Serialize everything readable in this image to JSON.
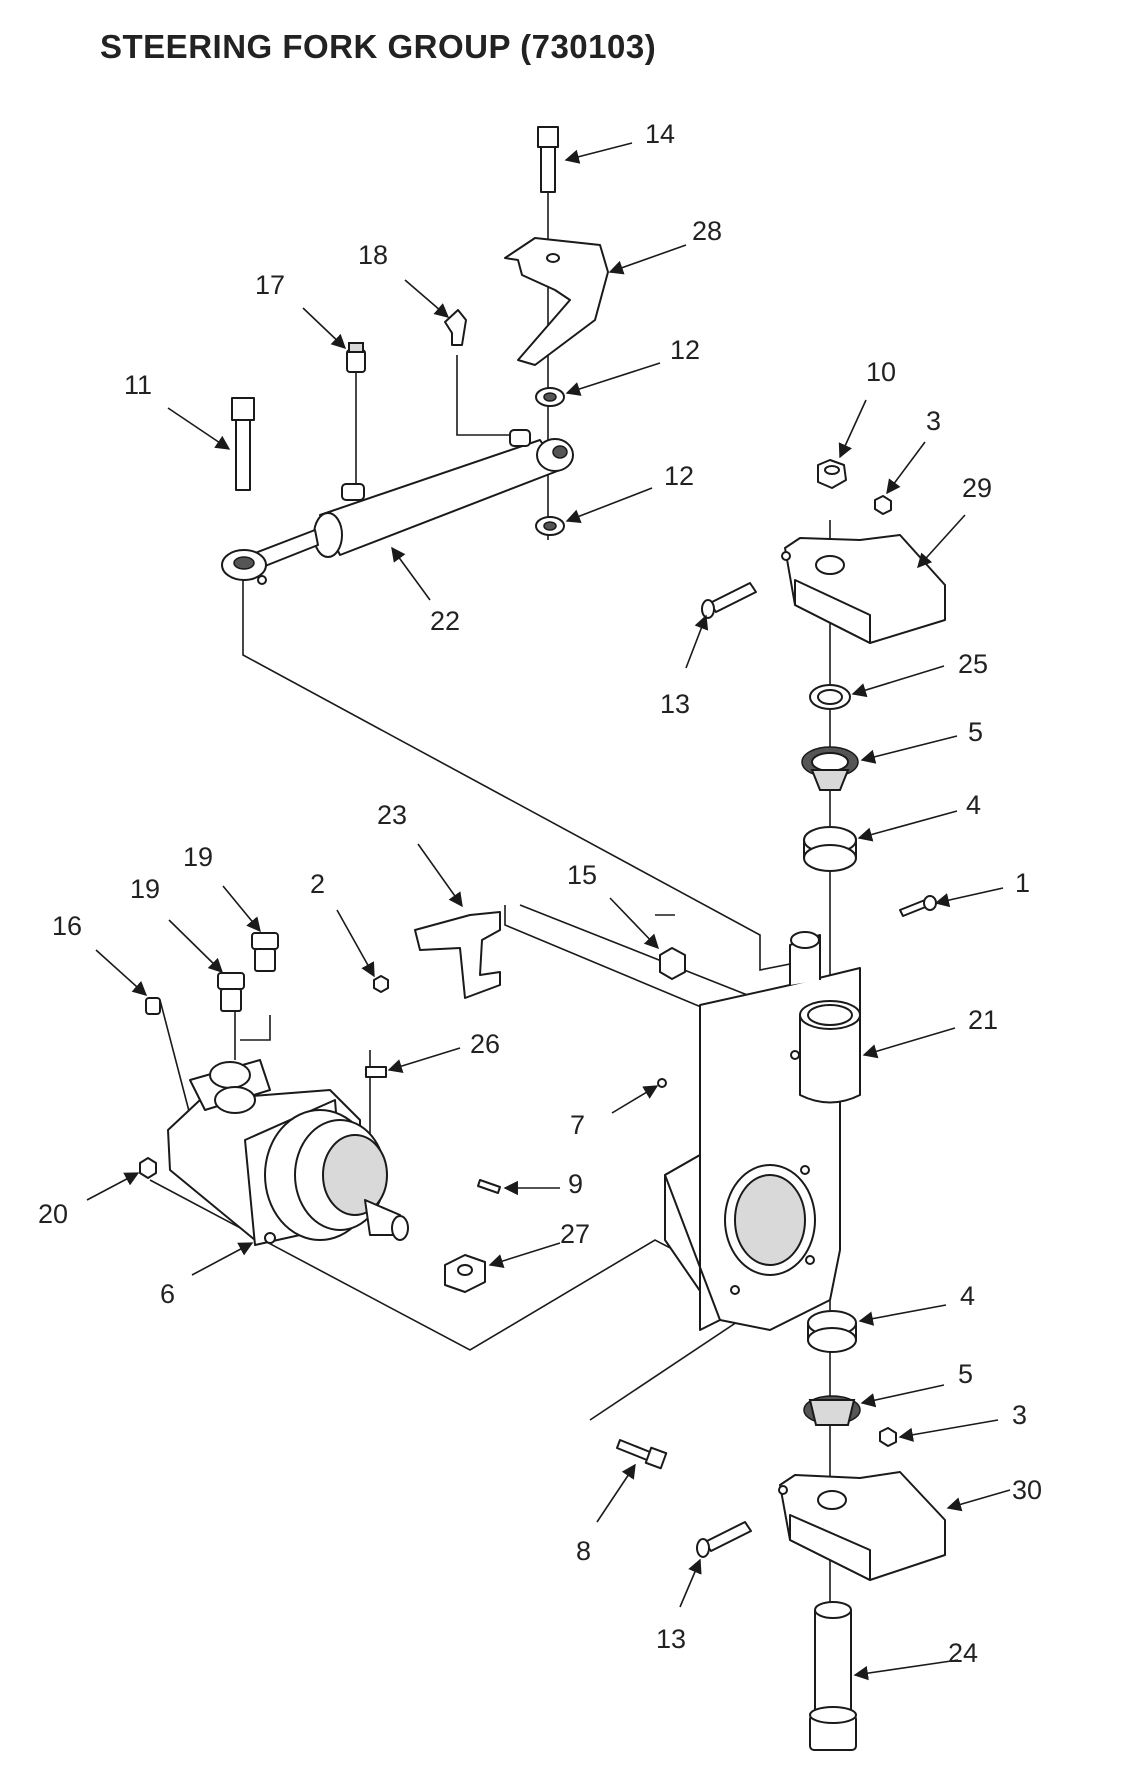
{
  "title": "STEERING FORK GROUP (730103)",
  "callouts": {
    "c14": "14",
    "c28": "28",
    "c18": "18",
    "c17": "17",
    "c11": "11",
    "c12a": "12",
    "c12b": "12",
    "c10": "10",
    "c3a": "3",
    "c29": "29",
    "c22": "22",
    "c13a": "13",
    "c25": "25",
    "c5a": "5",
    "c4a": "4",
    "c23": "23",
    "c19a": "19",
    "c19b": "19",
    "c16": "16",
    "c2": "2",
    "c15": "15",
    "c1": "1",
    "c21": "21",
    "c26": "26",
    "c7": "7",
    "c9": "9",
    "c20": "20",
    "c27": "27",
    "c6": "6",
    "c4b": "4",
    "c5b": "5",
    "c3b": "3",
    "c30": "30",
    "c8": "8",
    "c13b": "13",
    "c24": "24"
  }
}
